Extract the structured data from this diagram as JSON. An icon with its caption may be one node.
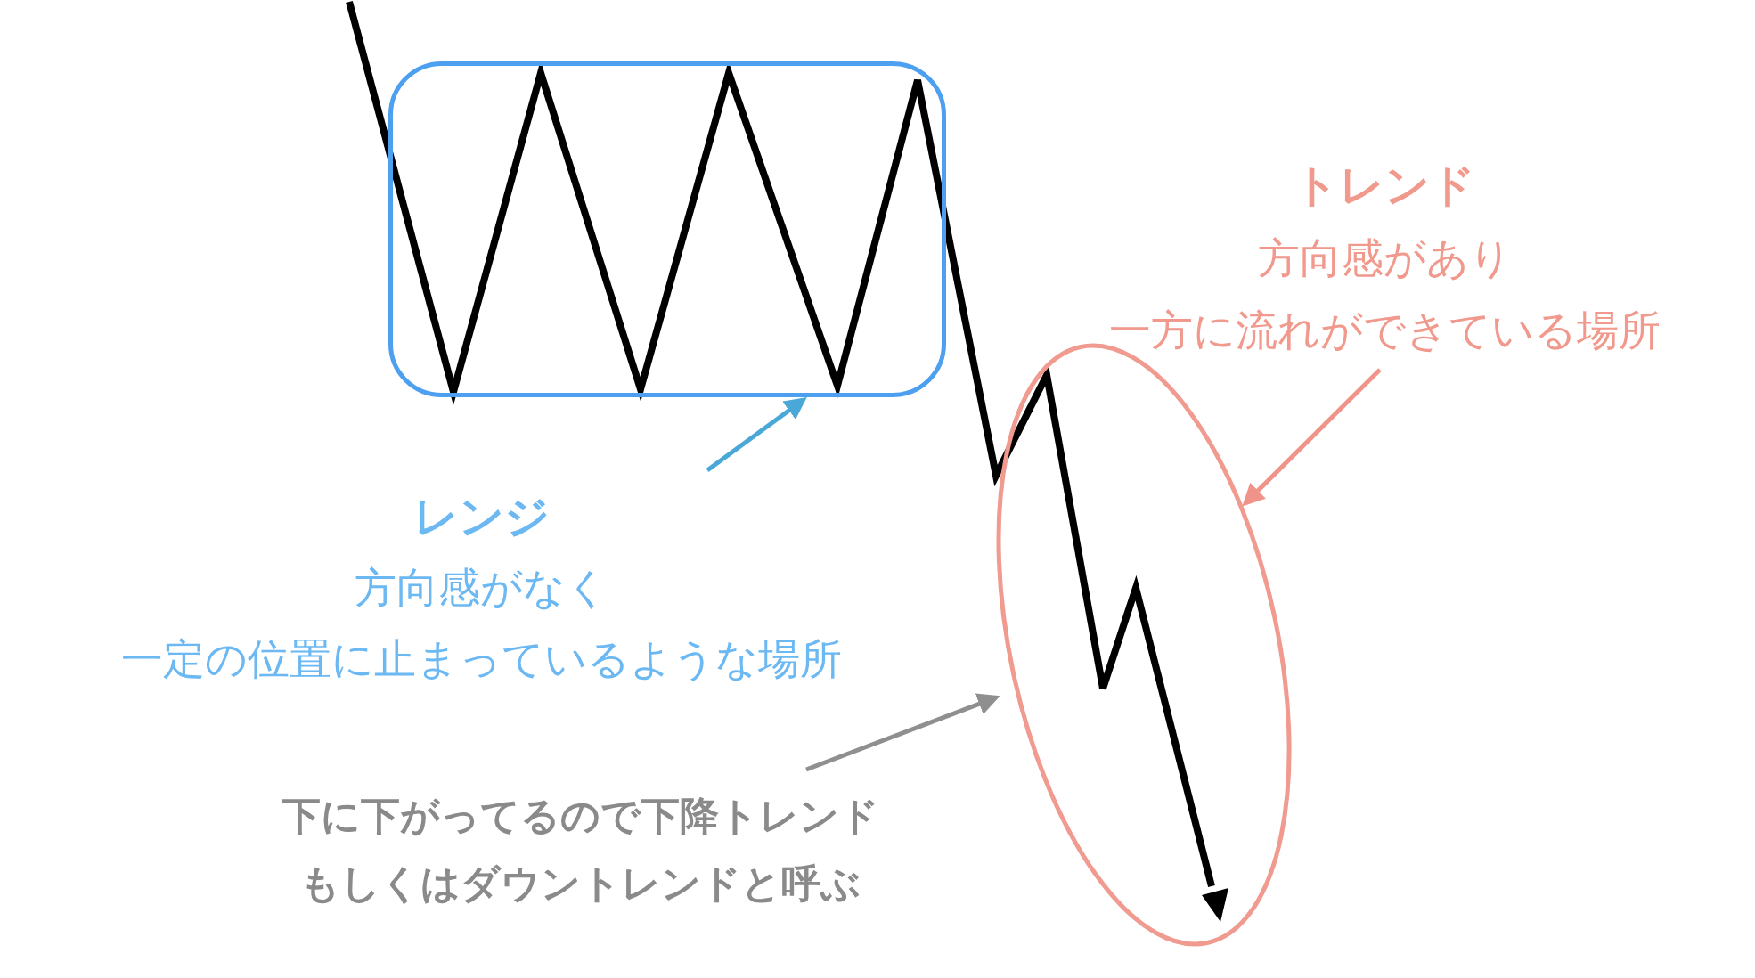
{
  "diagram": {
    "nodes": [
      {
        "text": [],
        "shape": "box"
      },
      {
        "text": [
          "レンジ",
          "方向感がなく",
          "一定の位置に止まっているような場所"
        ]
      },
      {
        "text": [],
        "shape": "circle"
      },
      {
        "text": [
          "トレンド",
          "方向感があり",
          "一方に流れができている場所"
        ]
      },
      {
        "text": [
          "下に下がってるので下降トレンド",
          "もしくはダウントレンドと呼ぶ"
        ]
      }
    ],
    "edges": [
      {
        "from": 1,
        "to": 0,
        "arrow": "to",
        "color": "#4aa8d8"
      },
      {
        "from": 3,
        "to": 2,
        "arrow": "to",
        "color": "#f0948a"
      },
      {
        "from": 4,
        "to": 2,
        "arrow": "to",
        "color": "#8f8f8f"
      }
    ]
  }
}
